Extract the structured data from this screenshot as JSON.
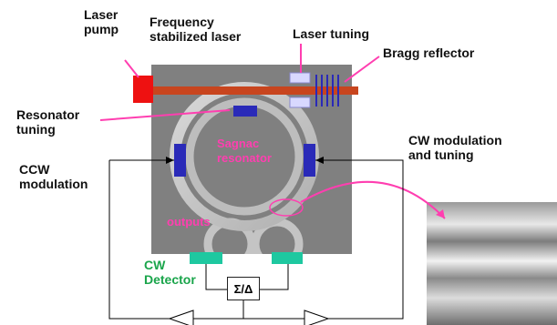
{
  "labels": {
    "laser_pump": "Laser\npump",
    "frequency_laser": "Frequency\nstabilized laser",
    "laser_tuning": "Laser tuning",
    "bragg_reflector": "Bragg reflector",
    "resonator_tuning": "Resonator\ntuning",
    "cw_modulation": "CW modulation\nand tuning",
    "ccw_modulation": "CCW\nmodulation",
    "sagnac_resonator": "Sagnac\nresonator",
    "outputs": "outputs",
    "cw_detector": "CW\nDetector",
    "sum_diff": "Σ/Δ"
  },
  "colors": {
    "chip": "#808080",
    "waveguide": "#c8451e",
    "pump": "#ee1111",
    "modulator": "#2a2ab8",
    "detector": "#1ec8a0",
    "annotation": "#ff3eb0",
    "label_green": "#1aa54b"
  }
}
